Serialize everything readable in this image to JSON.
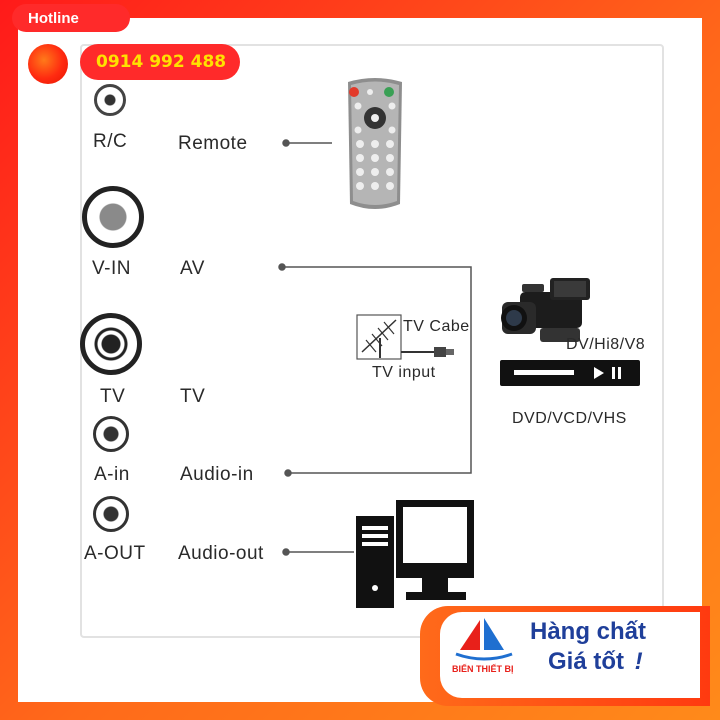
{
  "badges": {
    "hotline": "Hotline",
    "phone": "0914 992 488"
  },
  "ports": [
    {
      "code": "R/C",
      "name": "Remote"
    },
    {
      "code": "V-IN",
      "name": "AV"
    },
    {
      "code": "TV",
      "name": "TV"
    },
    {
      "code": "A-in",
      "name": "Audio-in"
    },
    {
      "code": "A-OUT",
      "name": "Audio-out"
    }
  ],
  "devices": {
    "antenna_label": "TV Cabe",
    "tv_input_label": "TV input",
    "camera_label": "DV/Hi8/V8",
    "player_label": "DVD/VCD/VHS"
  },
  "promo": {
    "line1": "Hàng chất",
    "line2": "Giá tốt",
    "exclaim": "!",
    "brand": "BIẾN THIẾT BỊ"
  },
  "colors": {
    "frame": "#ff3a1a",
    "badge": "#ff2a2a",
    "phone_text": "#ffe100",
    "promo_text": "#1f3f9a"
  }
}
